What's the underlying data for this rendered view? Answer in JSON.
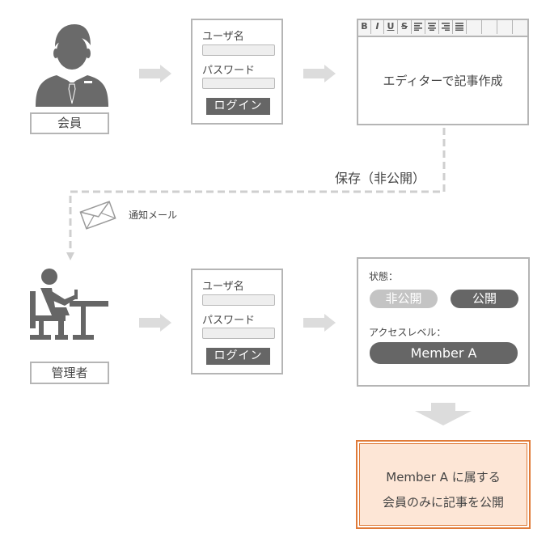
{
  "member": {
    "caption": "会員",
    "icon": "businessman-icon"
  },
  "admin": {
    "caption": "管理者",
    "icon": "person-at-desk-icon"
  },
  "login_form_top": {
    "username_label": "ユーザ名",
    "password_label": "パスワード",
    "login_button": "ログイン"
  },
  "login_form_bottom": {
    "username_label": "ユーザ名",
    "password_label": "パスワード",
    "login_button": "ログイン"
  },
  "editor": {
    "text": "エディターで記事作成",
    "toolbar": [
      "B",
      "I",
      "U",
      "S",
      "align-left-icon",
      "align-center-icon",
      "align-right-icon",
      "justify-icon",
      "",
      "",
      ""
    ]
  },
  "save_label": "保存（非公開）",
  "notify_label": "通知メール",
  "settings": {
    "status_label": "状態：",
    "private_option": "非公開",
    "public_option": "公開",
    "access_label": "アクセスレベル：",
    "access_value": "Member A"
  },
  "result": {
    "line1": "Member A に属する",
    "line2": "会員のみに記事を公開"
  },
  "colors": {
    "border": "#b5b5b5",
    "dark": "#666666",
    "private_pill": "#c4c4c4",
    "result_border": "#e07b39",
    "result_bg": "#fde6d6"
  }
}
